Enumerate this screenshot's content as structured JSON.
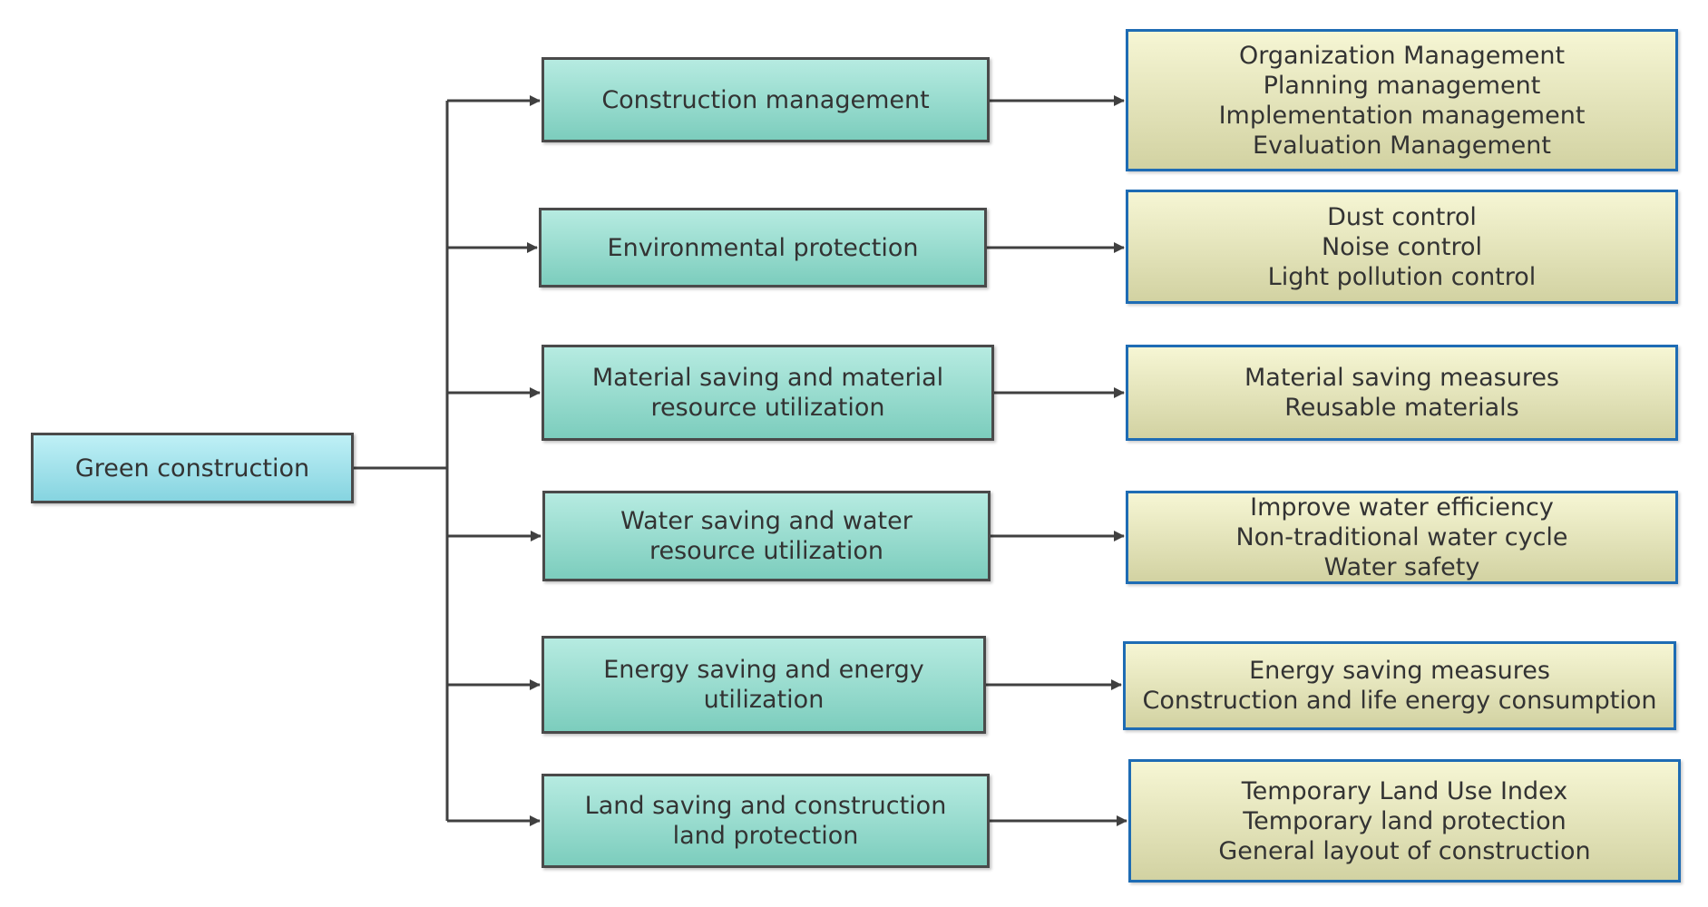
{
  "root": {
    "label": "Green construction"
  },
  "categories": [
    {
      "label": "Construction management",
      "details": [
        "Organization Management",
        "Planning management",
        "Implementation management",
        "Evaluation Management"
      ]
    },
    {
      "label": "Environmental protection",
      "details": [
        "Dust control",
        "Noise control",
        "Light pollution control"
      ]
    },
    {
      "label": "Material saving and material resource utilization",
      "details": [
        "Material saving measures",
        "Reusable materials"
      ]
    },
    {
      "label": "Water saving and water resource utilization",
      "details": [
        "Improve water efficiency",
        "Non-traditional water cycle",
        "Water safety"
      ]
    },
    {
      "label": "Energy saving and energy utilization",
      "details": [
        "Energy saving measures",
        "Construction and life energy consumption"
      ]
    },
    {
      "label": "Land saving and construction land protection",
      "details": [
        "Temporary Land Use Index",
        "Temporary land protection",
        "General layout of construction"
      ]
    }
  ],
  "colors": {
    "connector": "#404040",
    "leaf_border": "#1e6cb4"
  }
}
